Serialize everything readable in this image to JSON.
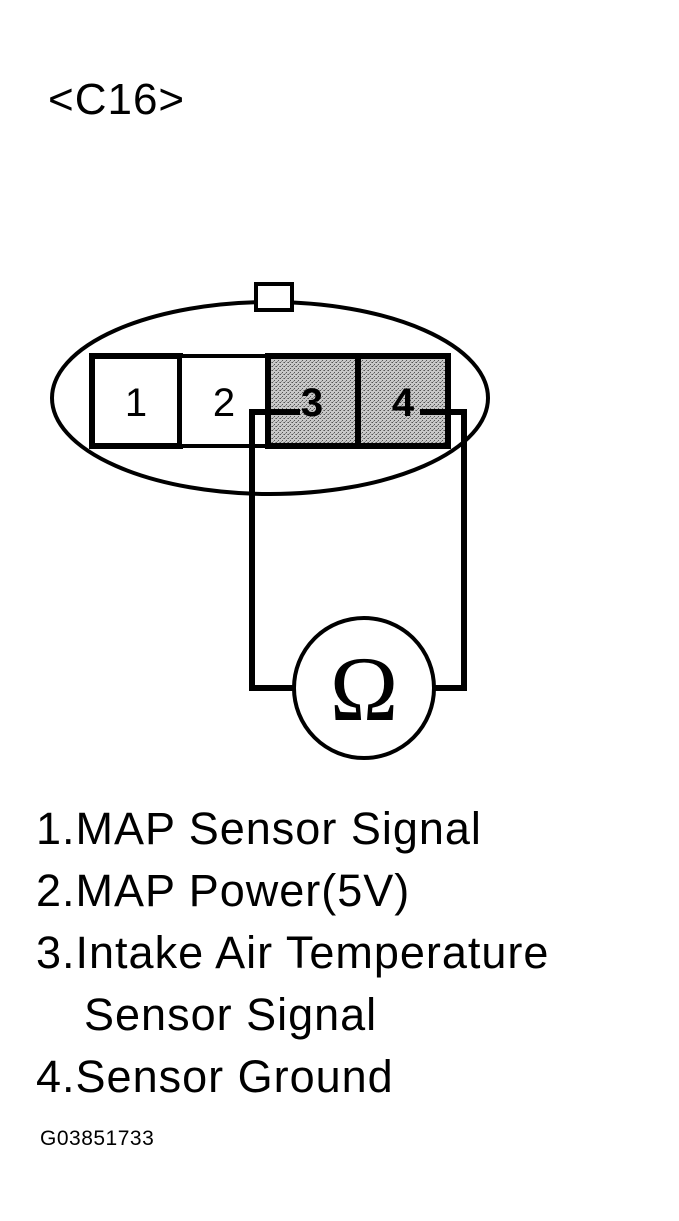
{
  "connector": {
    "id": "<C16>"
  },
  "pins": [
    {
      "number": "1",
      "shaded": false
    },
    {
      "number": "2",
      "shaded": false
    },
    {
      "number": "3",
      "shaded": true
    },
    {
      "number": "4",
      "shaded": true
    }
  ],
  "meter": {
    "symbol": "Ω"
  },
  "legend": {
    "item1": "1.MAP Sensor Signal",
    "item2": "2.MAP Power(5V)",
    "item3_line1": "3.Intake Air Temperature",
    "item3_line2": "Sensor Signal",
    "item4": "4.Sensor Ground"
  },
  "figure_id": "G03851733",
  "colors": {
    "line": "#000000",
    "background": "#ffffff",
    "shaded_pin": "#b4b4b4"
  }
}
